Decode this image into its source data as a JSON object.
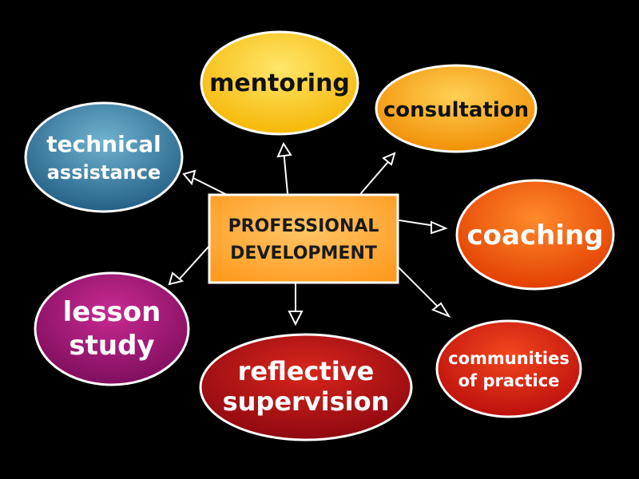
{
  "diagram": {
    "type": "mind-map",
    "center": {
      "lines": [
        "PROFESSIONAL",
        "DEVELOPMENT"
      ]
    },
    "nodes": [
      {
        "id": "mentoring",
        "lines": [
          "mentoring"
        ],
        "color": "#ffd21f",
        "colorDark": "#f5b400"
      },
      {
        "id": "consultation",
        "lines": [
          "consultation"
        ],
        "color": "#ffb21a",
        "colorDark": "#f08a00"
      },
      {
        "id": "coaching",
        "lines": [
          "coaching"
        ],
        "color": "#ff6a1a",
        "colorDark": "#e03a00"
      },
      {
        "id": "communities",
        "lines": [
          "communities",
          "of practice"
        ],
        "color": "#ea2a18",
        "colorDark": "#b80c0c"
      },
      {
        "id": "reflective",
        "lines": [
          "reflective",
          "supervision"
        ],
        "color": "#c4121a",
        "colorDark": "#8a0610"
      },
      {
        "id": "lesson",
        "lines": [
          "lesson",
          "study"
        ],
        "color": "#b3187a",
        "colorDark": "#7a0c5a"
      },
      {
        "id": "technical",
        "lines": [
          "technical",
          "assistance"
        ],
        "color": "#3a86a8",
        "colorDark": "#1f5a80"
      }
    ]
  }
}
